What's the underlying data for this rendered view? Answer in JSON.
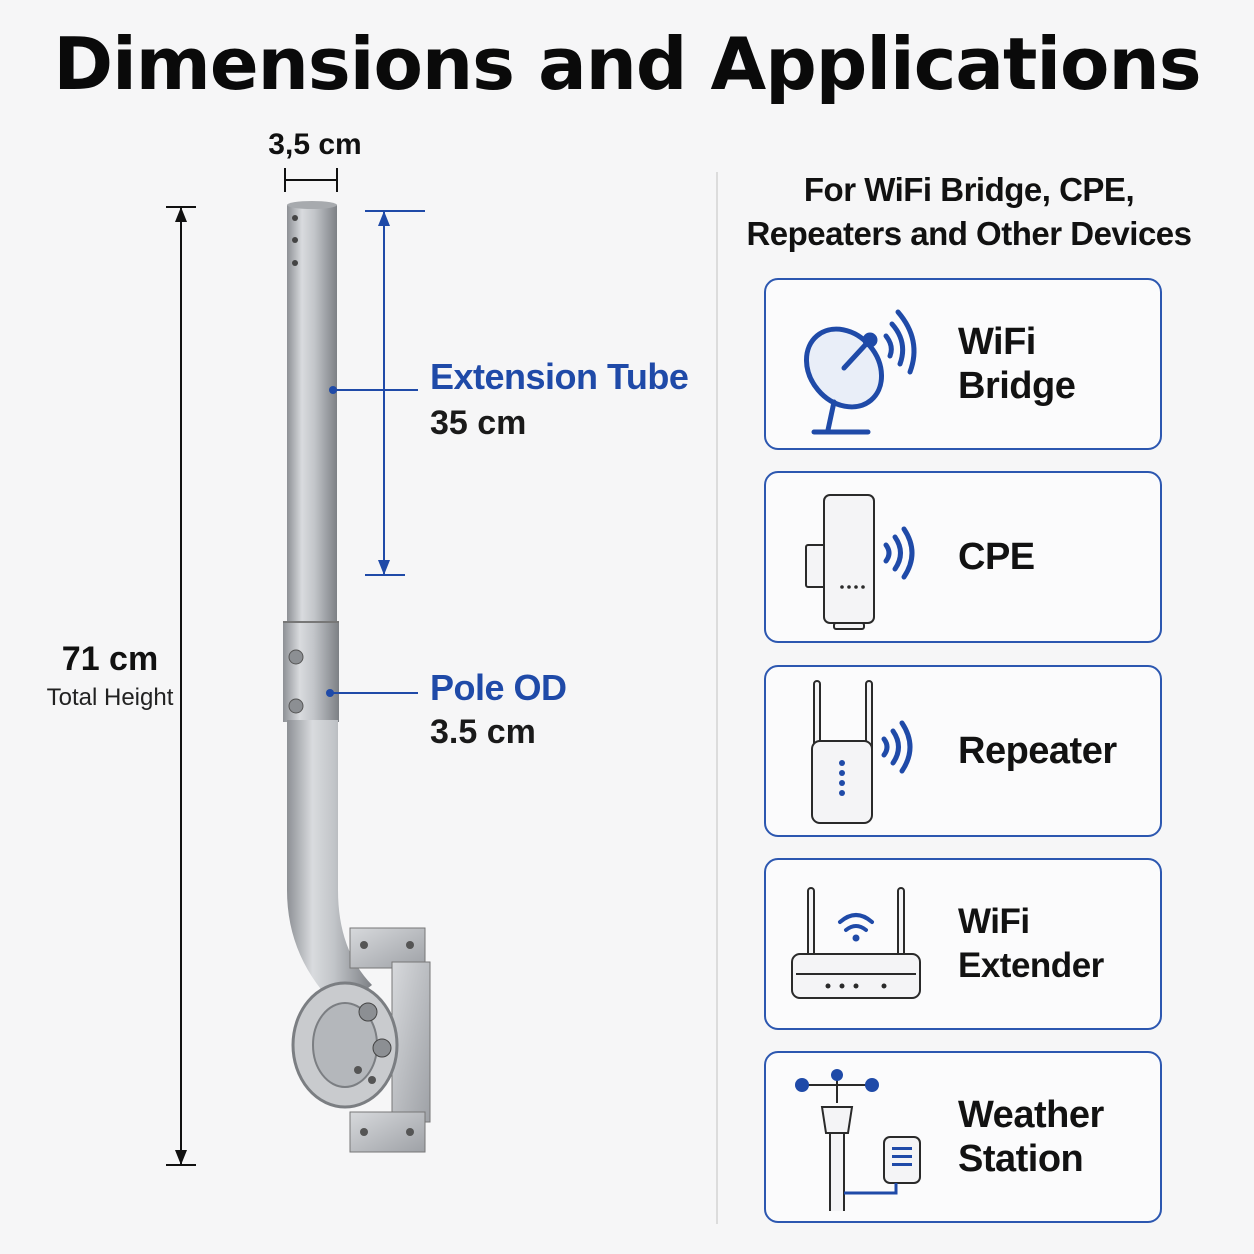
{
  "title": "Dimensions and Applications",
  "dimensions": {
    "top_width": "3,5 cm",
    "total_value": "71 cm",
    "total_label": "Total Height",
    "extension_title": "Extension Tube",
    "extension_value": "35 cm",
    "pole_title": "Pole OD",
    "pole_value": "3.5 cm"
  },
  "applications": {
    "heading_line1": "For WiFi Bridge, CPE,",
    "heading_line2": "Repeaters and Other Devices",
    "items": [
      {
        "label": "WiFi Bridge",
        "icon": "satellite-dish-icon"
      },
      {
        "label": "CPE",
        "icon": "cpe-device-icon"
      },
      {
        "label": "Repeater",
        "icon": "repeater-icon"
      },
      {
        "label": "WiFi Extender",
        "icon": "router-icon"
      },
      {
        "label": "Weather Station",
        "icon": "weather-station-icon"
      }
    ]
  },
  "colors": {
    "accent": "#1f4aa8",
    "card_border": "#2c57b0",
    "pole_metal": "#b9bcc0",
    "background": "#f6f6f7"
  }
}
